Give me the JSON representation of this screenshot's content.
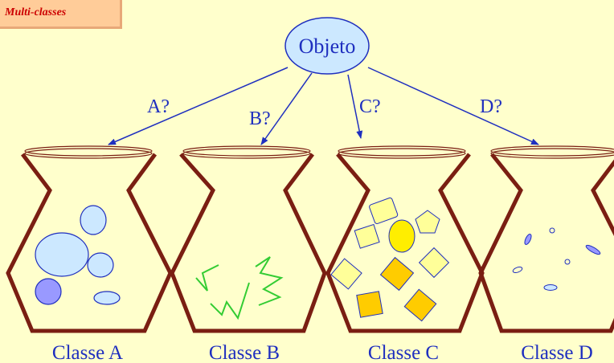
{
  "header": {
    "tag_label": "Multi-classes"
  },
  "root": {
    "label": "Objeto"
  },
  "questions": [
    {
      "label": "A?"
    },
    {
      "label": "B?"
    },
    {
      "label": "C?"
    },
    {
      "label": "D?"
    }
  ],
  "classes": [
    {
      "label": "Classe A"
    },
    {
      "label": "Classe B"
    },
    {
      "label": "Classe C"
    },
    {
      "label": "Classe D"
    }
  ],
  "colors": {
    "background": "#FFFFCC",
    "tag_fill": "#FFCC99",
    "tag_text": "#CC0000",
    "vase_stroke": "#7A1E12",
    "arrow": "#1F2FBF",
    "node_fill": "#CCE8FF",
    "label_text": "#1F2FBF"
  }
}
